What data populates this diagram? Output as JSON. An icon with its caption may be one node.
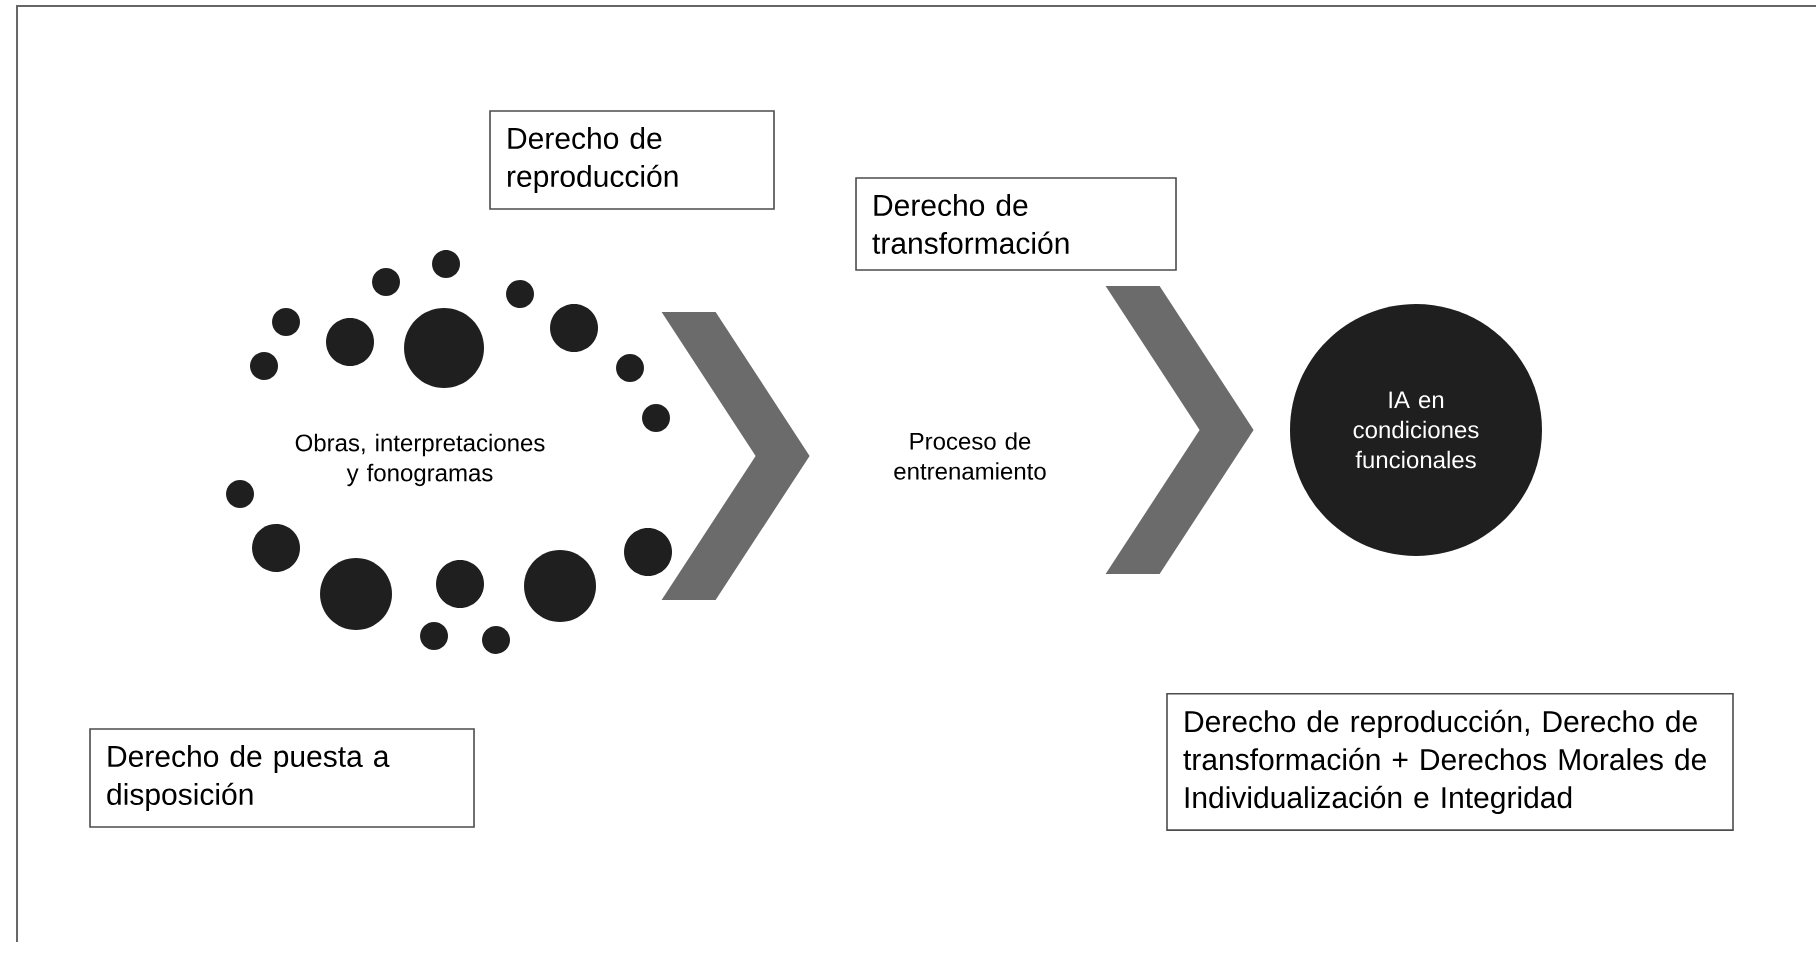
{
  "diagram": {
    "nodes": [
      {
        "text": [
          "Obras, interpretaciones y fonogramas"
        ]
      },
      {
        "text": [
          "Proceso de entrenamiento"
        ]
      },
      {
        "text": [
          "IA en condiciones funcionales"
        ]
      },
      {
        "text": [
          "Derecho de reproducción"
        ]
      },
      {
        "text": [
          "Derecho de transformación"
        ]
      },
      {
        "text": [
          "Derecho de puesta a disposición"
        ]
      },
      {
        "text": [
          "Derecho de reproducción, Derecho de transformación + Derechos Morales de Individualización e Integridad"
        ]
      }
    ],
    "edges": [
      {
        "from": 0,
        "to": 1,
        "arrow": "to"
      },
      {
        "from": 1,
        "to": 2,
        "arrow": "to"
      }
    ]
  }
}
